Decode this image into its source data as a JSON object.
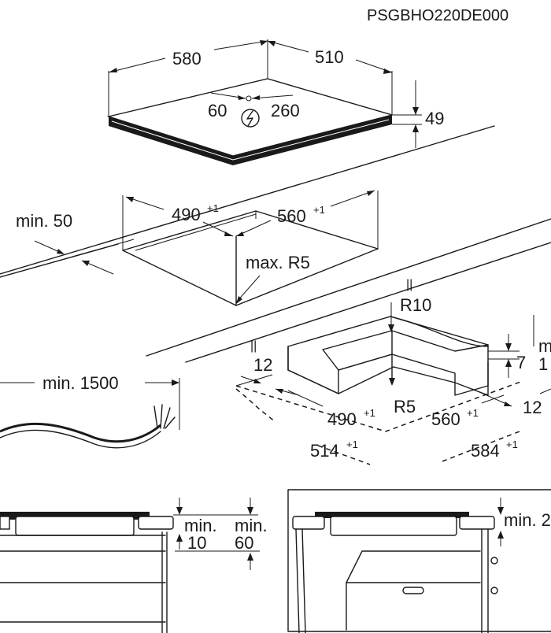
{
  "diagram_code": "PSGBHO220DE000",
  "hob": {
    "width": "580",
    "depth": "510",
    "height": "49",
    "connector_offset_left": "60",
    "connector_offset_right": "260"
  },
  "cutout": {
    "min_front_distance": "min. 50",
    "width": "490",
    "width_tolerance": "+1",
    "depth": "560",
    "depth_tolerance": "+1",
    "max_radius": "max. R5"
  },
  "frame_detail": {
    "radius_top": "R10",
    "radius_inner": "R5",
    "rim_width_left": "12",
    "rim_width_right": "12",
    "rim_height": "7",
    "right_cut_label_min": "m",
    "right_cut_label_value": "1",
    "inner_width": "490",
    "inner_width_tolerance": "+1",
    "inner_depth": "560",
    "inner_depth_tolerance": "+1",
    "outer_width": "514",
    "outer_width_tolerance": "+1",
    "outer_depth": "584",
    "outer_depth_tolerance": "+1",
    "marker_glyph": "||"
  },
  "cable": {
    "min_length": "min. 1500"
  },
  "side_view_left": {
    "gap_label_1": "min.",
    "gap_value_1": "10",
    "gap_label_2": "min.",
    "gap_value_2": "60"
  },
  "side_view_right": {
    "gap_label": "min. 2"
  },
  "icons": [
    "lightning-icon"
  ]
}
